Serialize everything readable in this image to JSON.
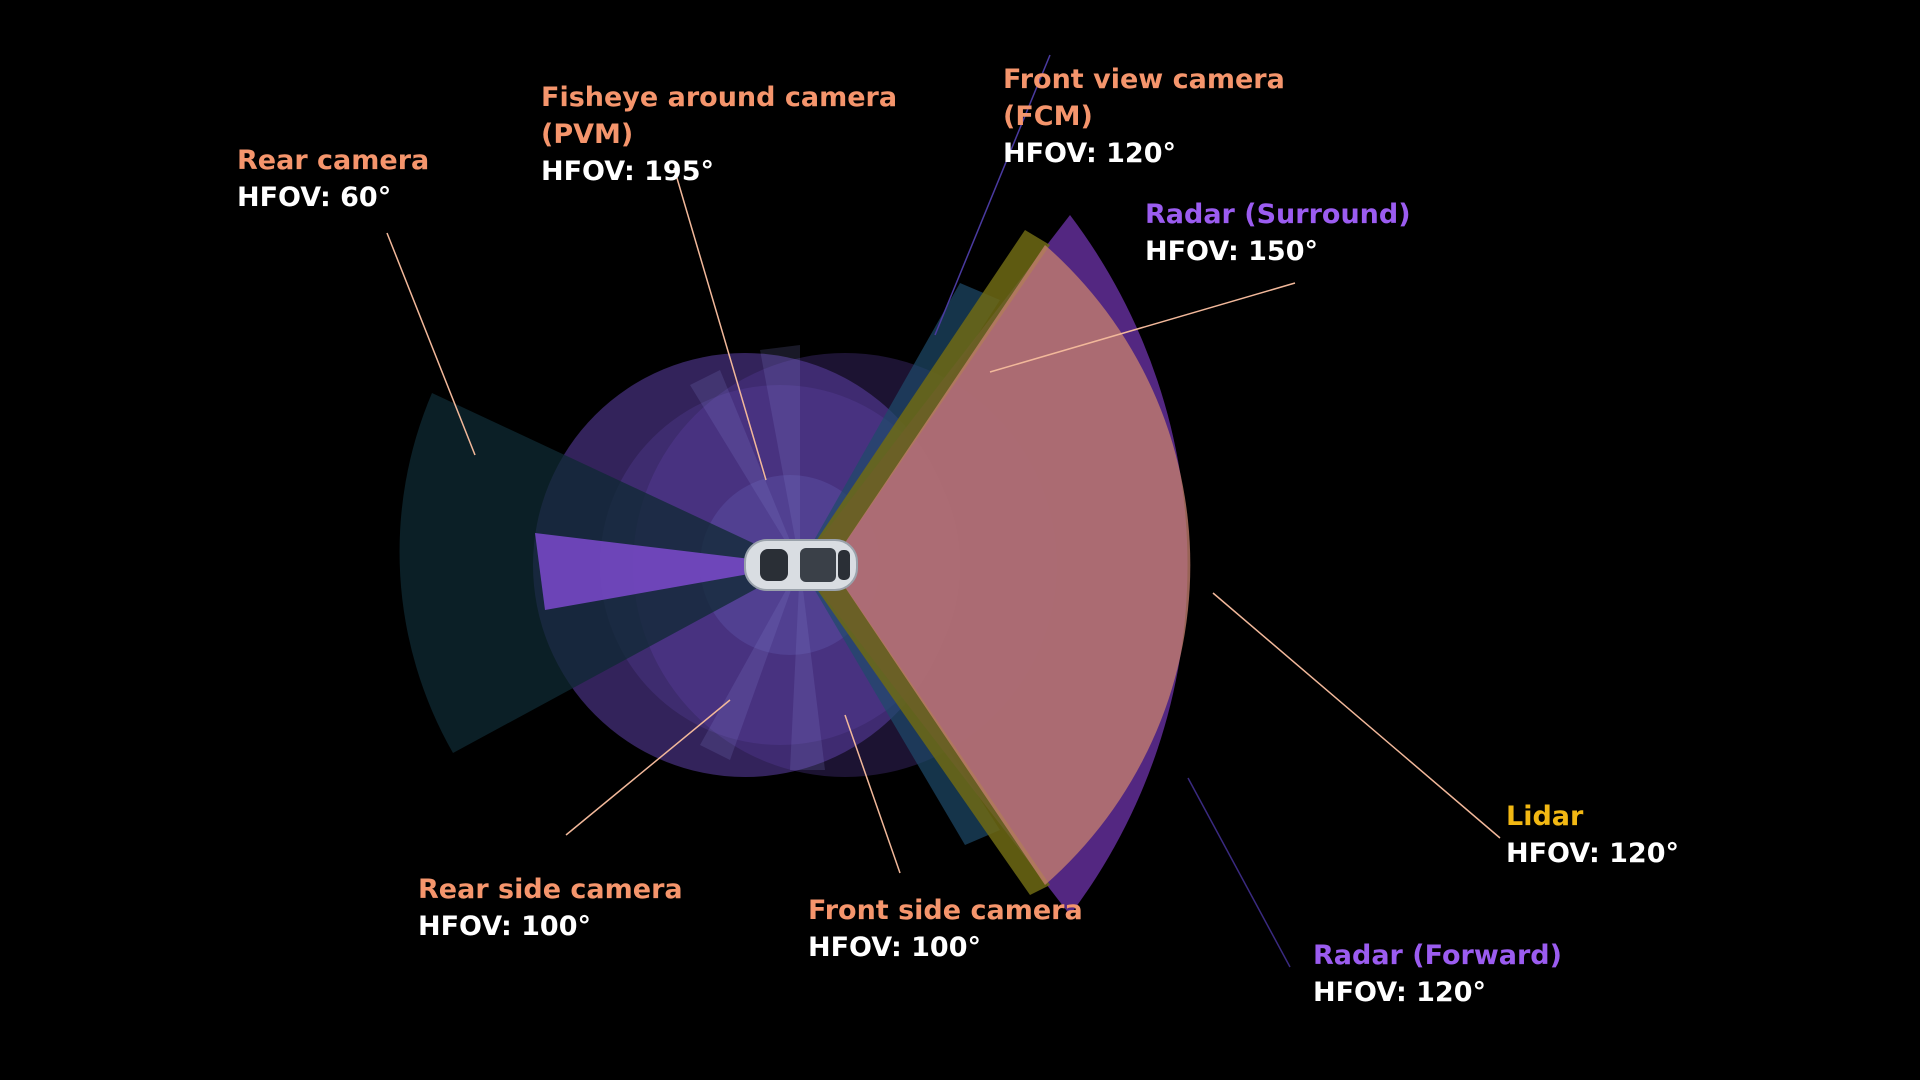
{
  "colors": {
    "background": "#000000",
    "camera_label": "#f5956c",
    "radar_label": "#9b5cf0",
    "lidar_label": "#f2b813",
    "hfov_text": "#ffffff",
    "radar_fill": "#5a2a8c",
    "fisheye_fill": "#5d3fa6",
    "lidar_fill": "#6f6a14",
    "fcm_fill": "#c47f6e",
    "rear_camera_fill": "#0f2a33",
    "side_camera_fill": "#1e4a6a"
  },
  "sensors": {
    "rear_camera": {
      "name": "Rear camera",
      "hfov": "HFOV: 60°"
    },
    "fisheye": {
      "name_line1": "Fisheye around camera",
      "name_line2": "(PVM)",
      "hfov": "HFOV: 195°"
    },
    "front_view_camera": {
      "name_line1": "Front view camera",
      "name_line2": "(FCM)",
      "hfov": "HFOV: 120°"
    },
    "radar_surround": {
      "name": "Radar (Surround)",
      "hfov": "HFOV: 150°"
    },
    "lidar": {
      "name": "Lidar",
      "hfov": "HFOV: 120°"
    },
    "radar_forward": {
      "name": "Radar (Forward)",
      "hfov": "HFOV: 120°"
    },
    "rear_side_camera": {
      "name": "Rear side camera",
      "hfov": "HFOV: 100°"
    },
    "front_side_camera": {
      "name": "Front side camera",
      "hfov": "HFOV: 100°"
    }
  },
  "vehicle": {
    "icon": "car-top-view-icon"
  }
}
